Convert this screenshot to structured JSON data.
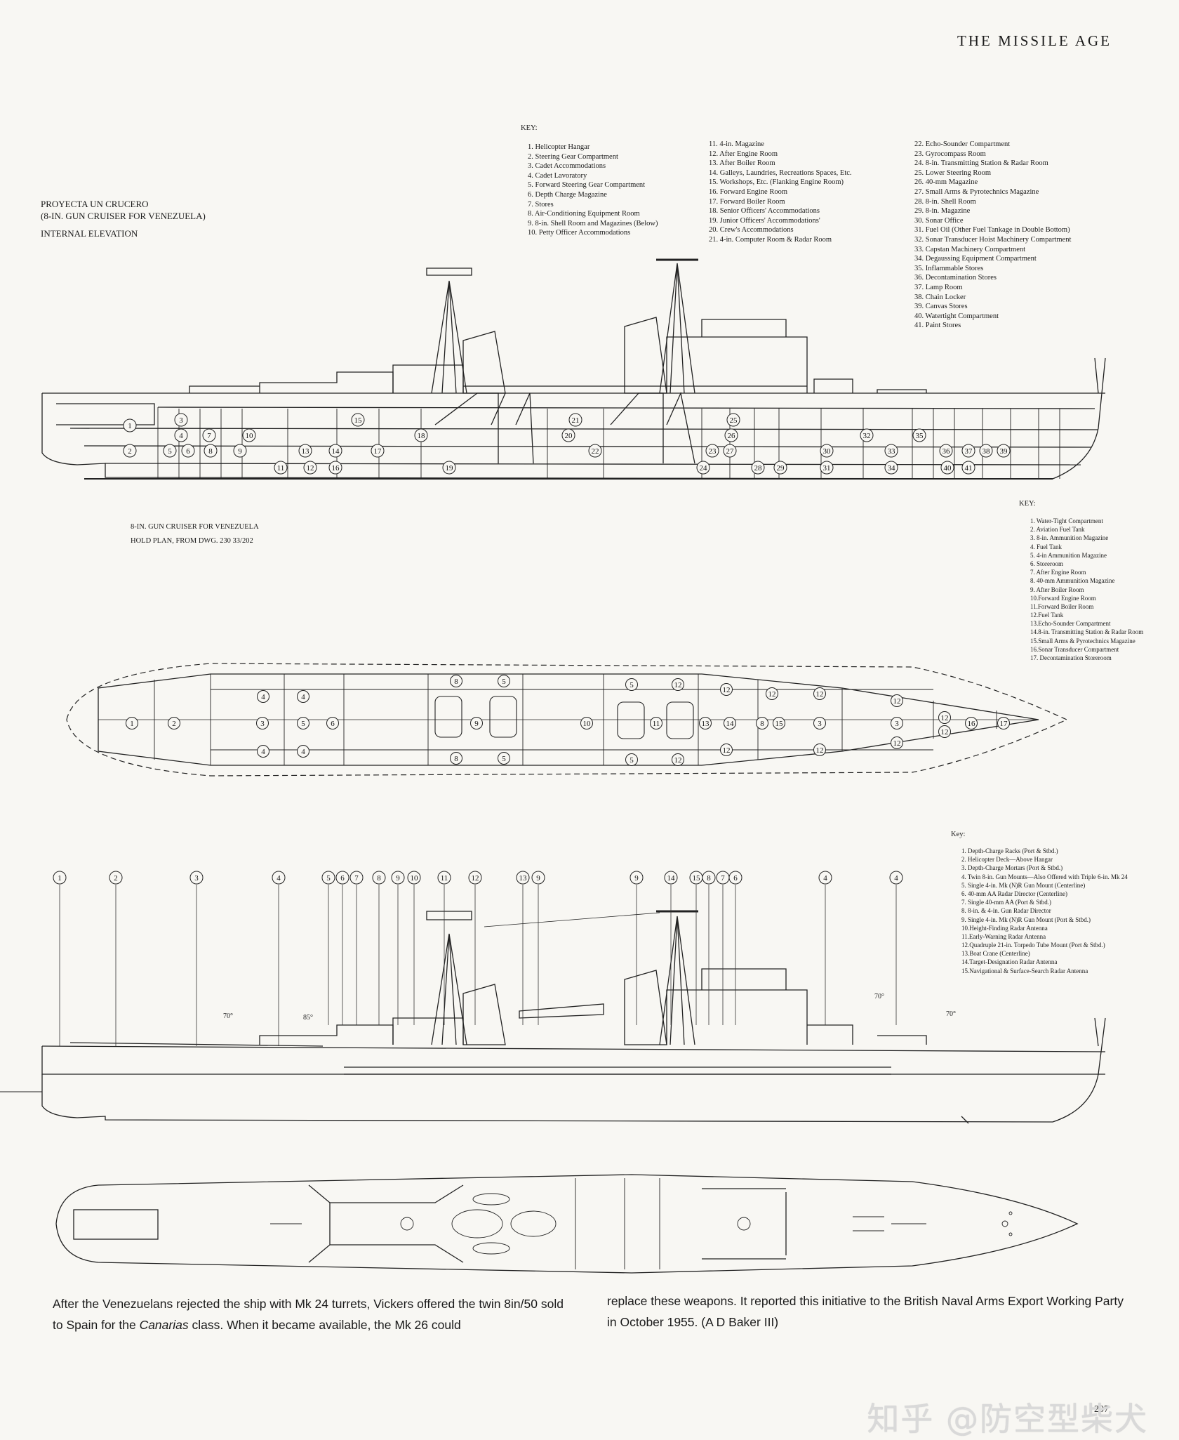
{
  "header": {
    "running_title": "THE MISSILE AGE",
    "page_number": "207"
  },
  "elevation": {
    "title_lines": [
      "PROYECTA UN CRUCERO",
      "(8-IN. GUN CRUISER FOR VENEZUELA)",
      "INTERNAL ELEVATION"
    ],
    "key_label": "KEY:",
    "key_col1": [
      "1.  Helicopter Hangar",
      "2.  Steering Gear Compartment",
      "3.  Cadet Accommodations",
      "4.  Cadet Lavoratory",
      "5.  Forward Steering Gear Compartment",
      "6.  Depth Charge Magazine",
      "7.  Stores",
      "8.  Air-Conditioning Equipment Room",
      "9.  8-in. Shell Room and Magazines (Below)",
      "10.  Petty Officer Accommodations"
    ],
    "key_col2": [
      "11.  4-in. Magazine",
      "12.  After Engine Room",
      "13.  After Boiler Room",
      "14.  Galleys, Laundries, Recreations Spaces, Etc.",
      "15.  Workshops, Etc. (Flanking Engine Room)",
      "16.  Forward Engine Room",
      "17.  Forward Boiler Room",
      "18.  Senior Officers' Accommodations",
      "19.  Junior Officers' Accommodations'",
      "20.  Crew's Accommodations",
      "21.  4-in. Computer Room & Radar Room"
    ],
    "key_col3": [
      "22.  Echo-Sounder Compartment",
      "23.  Gyrocompass Room",
      "24.  8-in. Transmitting Station & Radar Room",
      "25.  Lower Steering Room",
      "26.  40-mm Magazine",
      "27.  Small Arms & Pyrotechnics Magazine",
      "28.  8-in. Shell Room",
      "29.  8-in. Magazine",
      "30.  Sonar Office",
      "31.  Fuel Oil (Other Fuel Tankage in Double Bottom)",
      "32.  Sonar Transducer Hoist Machinery Compartment",
      "33.  Capstan Machinery Compartment",
      "34.  Degaussing Equipment Compartment",
      "35.  Inflammable Stores",
      "36.  Decontamination Stores",
      "37.  Lamp Room",
      "38.  Chain Locker",
      "39.  Canvas Stores",
      "40.  Watertight Compartment",
      "41.  Paint Stores"
    ],
    "circles": [
      "1",
      "2",
      "3",
      "4",
      "5",
      "6",
      "7",
      "8",
      "9",
      "10",
      "11",
      "12",
      "13",
      "14",
      "15",
      "16",
      "17",
      "18",
      "19",
      "20",
      "21",
      "22",
      "23",
      "24",
      "25",
      "26",
      "27",
      "28",
      "29",
      "30",
      "31",
      "32",
      "33",
      "34",
      "35",
      "36",
      "37",
      "38",
      "39",
      "40",
      "41"
    ]
  },
  "hold": {
    "title_lines": [
      "8-IN. GUN CRUISER FOR VENEZUELA",
      "HOLD PLAN, FROM DWG. 230 33/202"
    ],
    "key_label": "KEY:",
    "key": [
      "1.  Water-Tight Compartment",
      "2.  Aviation Fuel Tank",
      "3.  8-in. Ammunition Magazine",
      "4.  Fuel Tank",
      "5.  4-in Ammunition Magazine",
      "6.  Storeroom",
      "7.  After Engine Room",
      "8.  40-mm Ammunition Magazine",
      "9.  After Boiler Room",
      "10.Forward Engine Room",
      "11.Forward Boiler Room",
      "12.Fuel Tank",
      "13.Echo-Sounder Compartment",
      "14.8-in. Transmitting Station & Radar Room",
      "15.Small Arms & Pyrotechnics Magazine",
      "16.Sonar Transducer Compartment",
      "17. Decontamination Storeroom"
    ]
  },
  "profile": {
    "key_label": "Key:",
    "key": [
      "1.  Depth-Charge Racks (Port & Stbd.)",
      "2.  Helicopter Deck—Above Hangar",
      "3.  Depth-Charge Mortars (Port & Stbd.)",
      "4.  Twin 8-in. Gun Mounts—Also Offered with Triple 6-in. Mk 24",
      "5.  Single 4-in. Mk (N)R Gun Mount (Centerline)",
      "6.  40-mm AA Radar Director (Centerline)",
      "7.  Single 40-mm AA (Port & Stbd.)",
      "8.  8-in. & 4-in. Gun Radar Director",
      "9.  Single 4-in. Mk (N)R Gun Mount (Port & Stbd.)",
      "10.Height-Finding Radar Antenna",
      "11.Early-Warning Radar Antenna",
      "12.Quadruple 21-in. Torpedo Tube Mount (Port & Stbd.)",
      "13.Boat Crane (Centerline)",
      "14.Target-Designation Radar Antenna",
      "15.Navigational & Surface-Search Radar Antenna"
    ],
    "callouts": [
      "1",
      "2",
      "3",
      "4",
      "5",
      "6",
      "7",
      "8",
      "9",
      "10",
      "11",
      "12",
      "13",
      "9",
      "9",
      "14",
      "15",
      "8",
      "7",
      "6",
      "4",
      "4"
    ],
    "angles": [
      "70°",
      "85°",
      "70°",
      "70°"
    ]
  },
  "caption": {
    "col1_a": "After the Venezuelans rejected the ship with Mk 24 turrets, Vickers offered the twin 8in/50 sold to Spain for the ",
    "col1_i": "Canarias",
    "col1_b": " class. When it became available, the Mk 26 could",
    "col2": "replace these weapons. It reported this initiative to the British Naval Arms Export Working Party in October 1955. (A D Baker III)"
  },
  "watermark": "知乎 @防空型柴犬"
}
